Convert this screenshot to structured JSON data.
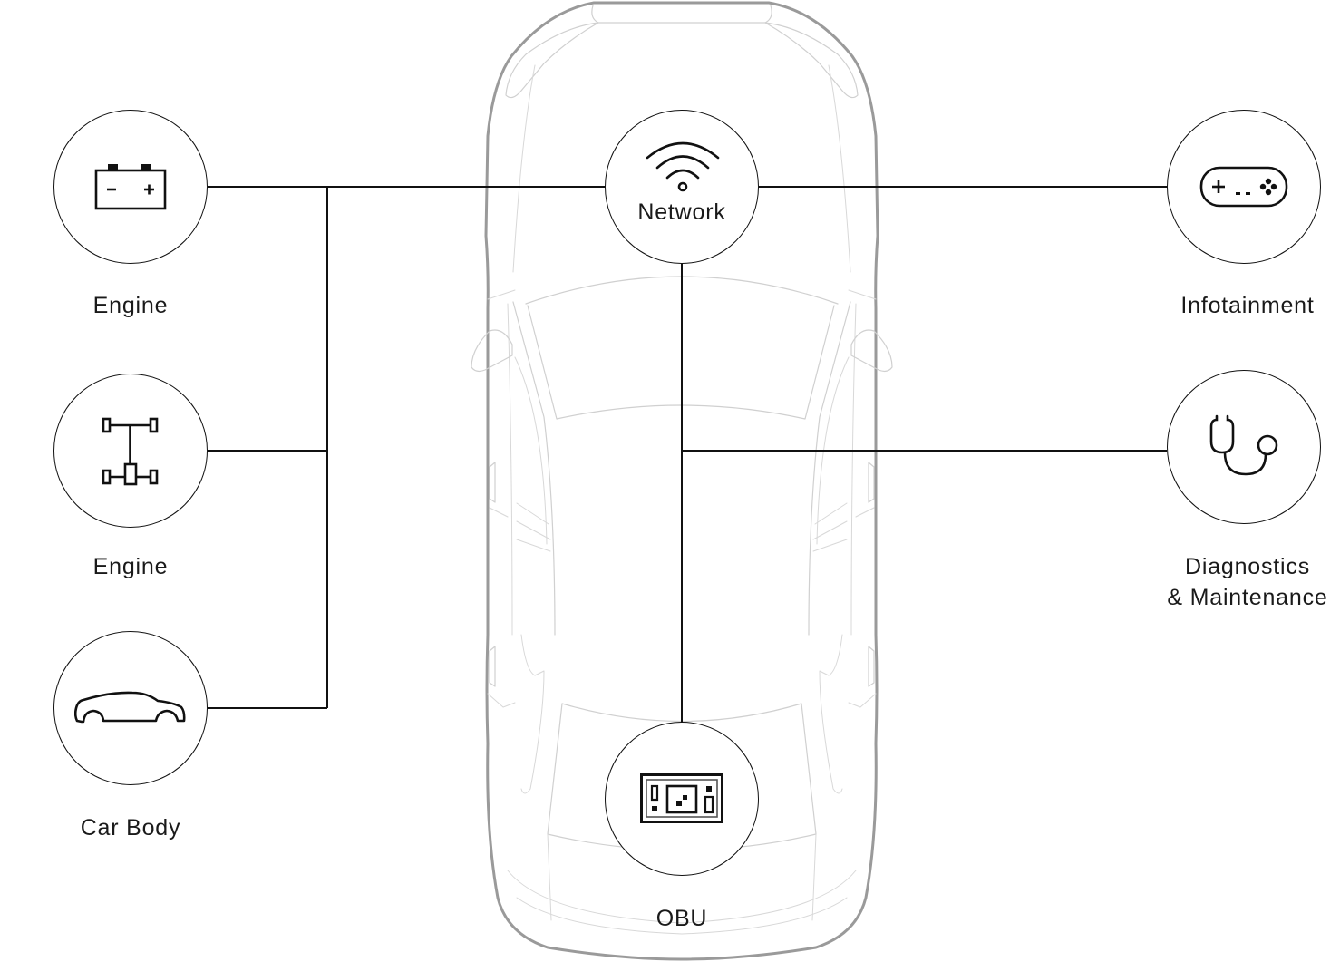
{
  "diagram": {
    "type": "vehicle-network-architecture",
    "background_image": "top-view-car-outline",
    "colors": {
      "line": "#111111",
      "node_border": "#111111",
      "car_outline": "#9a9a9a",
      "car_detail": "#d0d0d0",
      "background": "#ffffff"
    },
    "hub": {
      "id": "network",
      "label": "Network",
      "icon": "wifi-icon"
    },
    "obu": {
      "id": "obu",
      "label": "OBU",
      "icon": "circuit-board-icon"
    },
    "left_nodes": [
      {
        "id": "engine-battery",
        "label": "Engine",
        "icon": "battery-icon"
      },
      {
        "id": "engine-drivetrain",
        "label": "Engine",
        "icon": "drivetrain-axle-icon"
      },
      {
        "id": "car-body",
        "label": "Car Body",
        "icon": "car-side-icon"
      }
    ],
    "right_nodes": [
      {
        "id": "infotainment",
        "label": "Infotainment",
        "icon": "gamepad-icon"
      },
      {
        "id": "diagnostics",
        "label_line1": "Diagnostics",
        "label_line2": "& Maintenance",
        "icon": "stethoscope-icon"
      }
    ],
    "connections": [
      {
        "from": "engine-battery",
        "to": "network",
        "via": "left-bus"
      },
      {
        "from": "engine-drivetrain",
        "to": "network",
        "via": "left-bus"
      },
      {
        "from": "car-body",
        "to": "network",
        "via": "left-bus"
      },
      {
        "from": "network",
        "to": "infotainment"
      },
      {
        "from": "network",
        "to": "obu"
      },
      {
        "from": "diagnostics",
        "to": "network-obu-line"
      }
    ]
  }
}
